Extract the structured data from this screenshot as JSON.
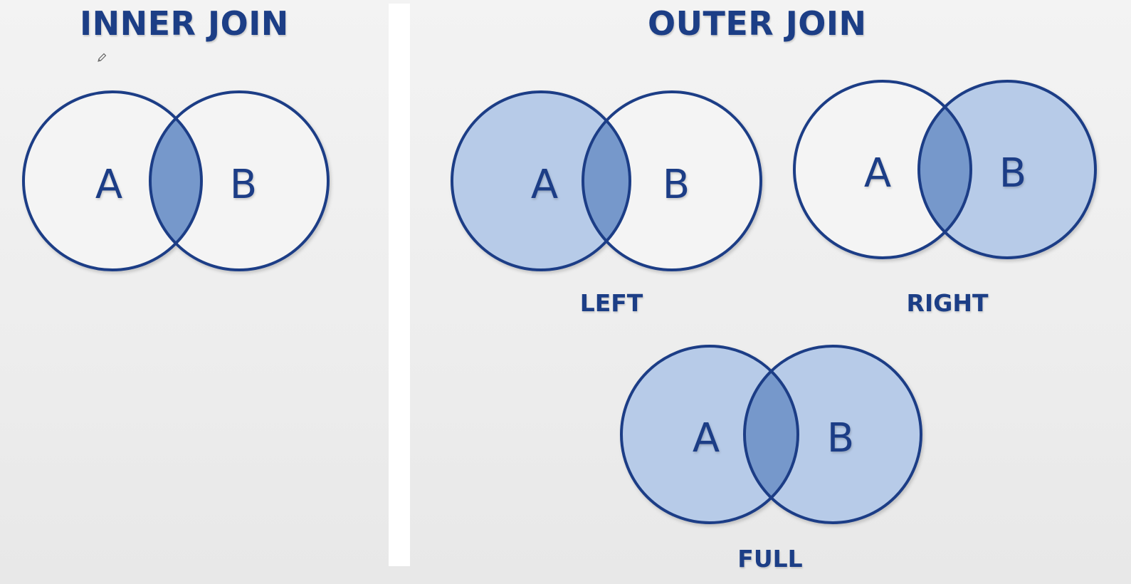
{
  "inner": {
    "title": "INNER JOIN",
    "label_a": "A",
    "label_b": "B"
  },
  "outer": {
    "title": "OUTER JOIN",
    "left": {
      "label": "LEFT",
      "label_a": "A",
      "label_b": "B"
    },
    "right": {
      "label": "RIGHT",
      "label_a": "A",
      "label_b": "B"
    },
    "full": {
      "label": "FULL",
      "label_a": "A",
      "label_b": "B"
    }
  },
  "colors": {
    "stroke": "#1c3e86",
    "fill_light": "#b7cbe8",
    "fill_dark": "#7698cb",
    "text": "#1c3e86"
  },
  "icons": [
    "pencil-cursor-icon"
  ]
}
